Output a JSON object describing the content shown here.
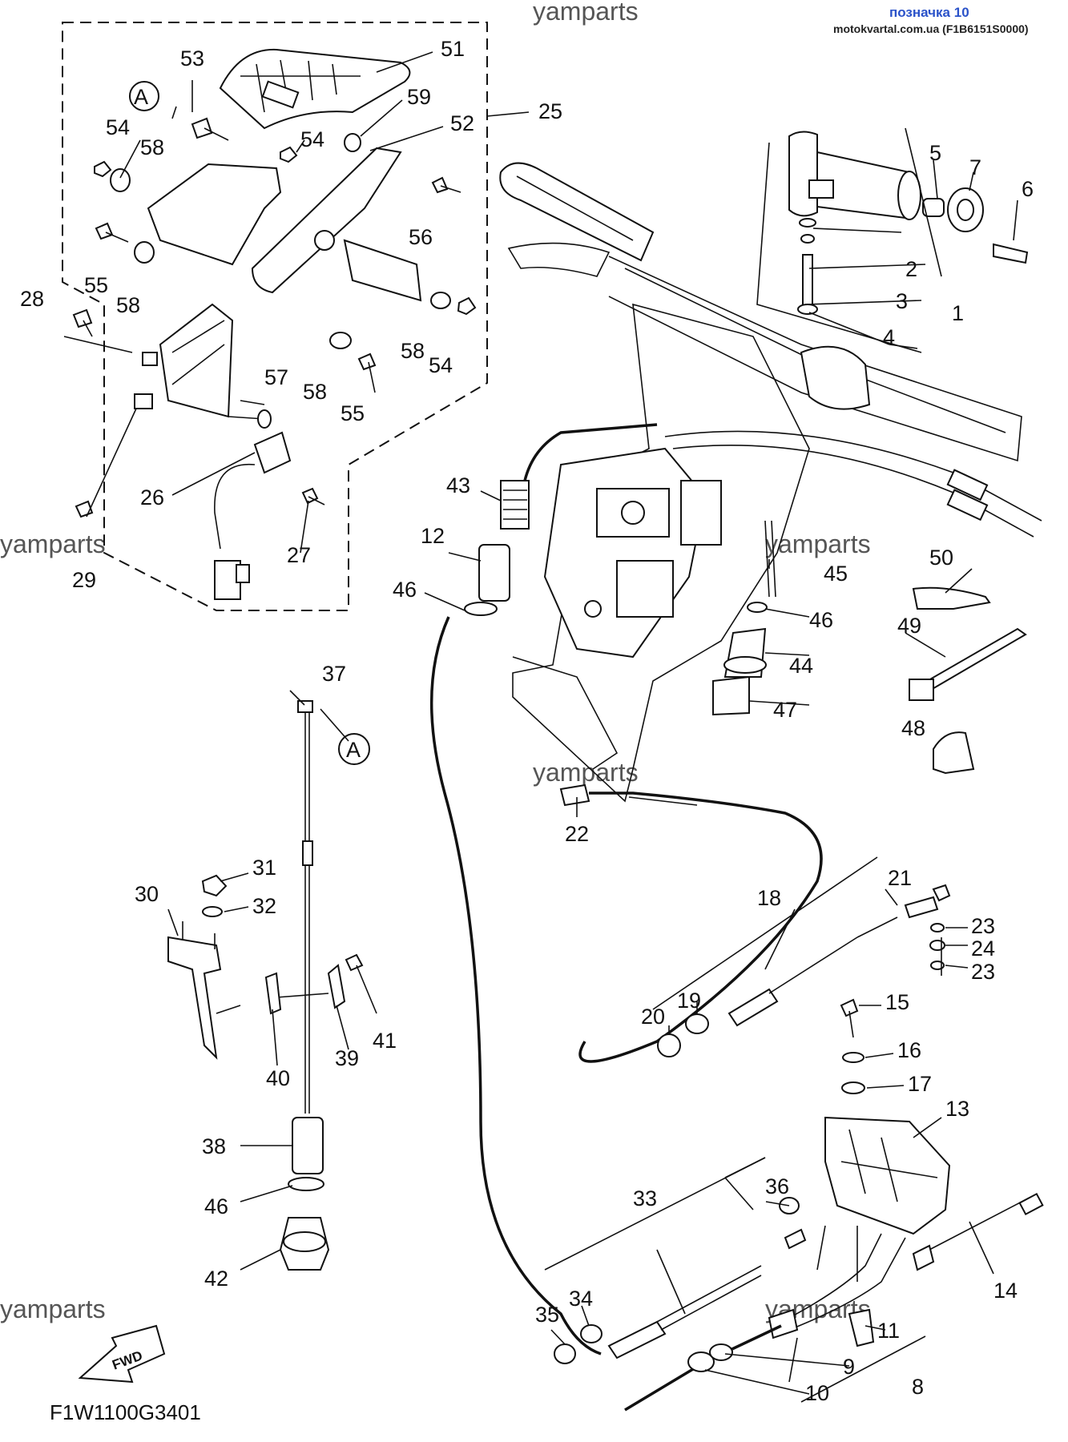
{
  "header": {
    "title": "позначка 10",
    "site": "motokvartal.com.ua (F1B6151S0000)"
  },
  "watermark": "yamparts",
  "diagram_code": "F1W1100G3401",
  "fwd_label": "FWD",
  "reference_mark": "A",
  "part_numbers": [
    "1",
    "2",
    "3",
    "4",
    "5",
    "6",
    "7",
    "8",
    "9",
    "10",
    "11",
    "12",
    "13",
    "14",
    "15",
    "16",
    "17",
    "18",
    "19",
    "20",
    "21",
    "22",
    "23",
    "24",
    "25",
    "26",
    "27",
    "28",
    "29",
    "30",
    "31",
    "32",
    "33",
    "34",
    "35",
    "36",
    "37",
    "38",
    "39",
    "40",
    "41",
    "42",
    "43",
    "44",
    "45",
    "46",
    "47",
    "48",
    "49",
    "50",
    "51",
    "52",
    "53",
    "54",
    "55",
    "56",
    "57",
    "58",
    "59"
  ]
}
